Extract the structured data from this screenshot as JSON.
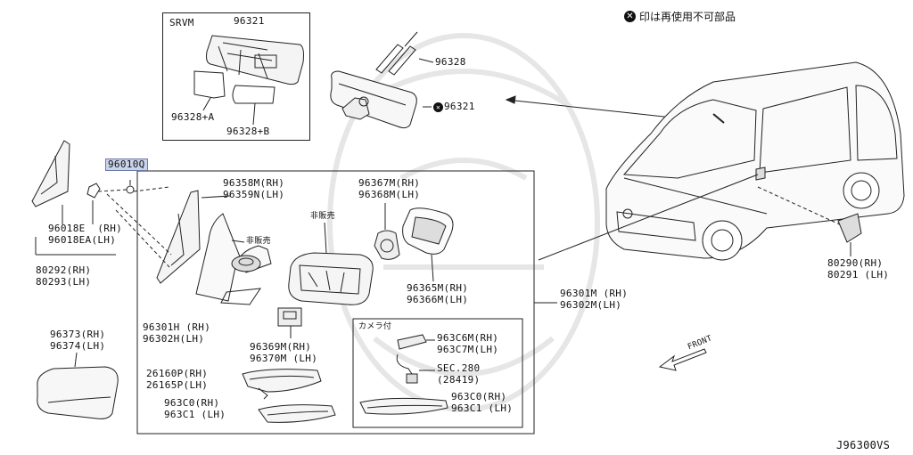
{
  "legend": {
    "symbol": "✕",
    "text": "印は再使用不可部品"
  },
  "srvm_box": {
    "title": "SRVM",
    "part_top": "96321",
    "part_a": "96328+A",
    "part_b": "96328+B"
  },
  "parts": {
    "p96328": "96328",
    "p96321_x": "96321",
    "p96010Q": "96010Q",
    "p96018": "96018E  (RH)",
    "p96018ea": "96018EA(LH)",
    "p80292": "80292(RH)",
    "p80293": "80293(LH)",
    "p96373": "96373(RH)",
    "p96374": "96374(LH)",
    "p96358": "96358M(RH)",
    "p96359": "96359N(LH)",
    "hihanbai1": "非販売",
    "hihanbai2": "非販売",
    "p96367": "96367M(RH)",
    "p96368": "96368M(LH)",
    "p96365": "96365M(RH)",
    "p96366": "96366M(LH)",
    "p96301h": "96301H (RH)",
    "p96302h": "96302H(LH)",
    "p96369": "96369M(RH)",
    "p96370": "96370M (LH)",
    "p26160": "26160P(RH)",
    "p26165": "26165P(LH)",
    "p963c0_a": "963C0(RH)",
    "p963c1_a": "963C1 (LH)",
    "camera": "カメラ付",
    "p963c6": "963C6M(RH)",
    "p963c7": "963C7M(LH)",
    "sec280": "SEC.280",
    "sec28419": "(28419)",
    "p963c0_b": "963C0(RH)",
    "p963c1_b": "963C1 (LH)",
    "p96301m": "96301M (RH)",
    "p96302m": "96302M(LH)",
    "p80290": "80290(RH)",
    "p80291": "80291 (LH)",
    "front": "FRONT",
    "diagram_id": "J96300VS"
  },
  "colors": {
    "line": "#222222",
    "highlight": "#c9d3ea",
    "watermark": "#e4e4e4"
  }
}
